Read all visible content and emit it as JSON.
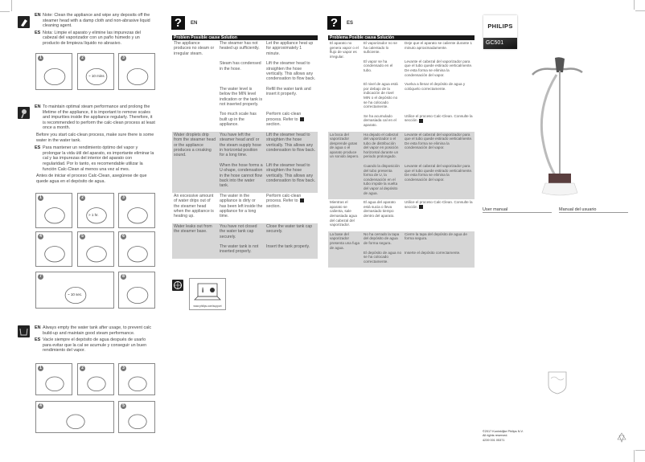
{
  "left_page": {
    "note": {
      "icon": "wipe-cloth-icon",
      "en_label": "EN",
      "en_text": "Note: Clean the appliance and wipe any deposits off the steamer head with a damp cloth and non-abrasive liquid cleaning agent.",
      "es_label": "ES",
      "es_text": "Nota: Limpie el aparato y elimine las impurezas del cabezal del vaporizador con un paño húmedo y un producto de limpieza líquido no abrasivo.",
      "steps": [
        {
          "n": "1"
        },
        {
          "n": "2",
          "caption": "~ 10 mins"
        },
        {
          "n": "3"
        }
      ]
    },
    "calc": {
      "icon": "calc-clean-icon",
      "en_label": "EN",
      "en_text": "To maintain optimal steam performance and prolong the lifetime of the appliance, it is important to remove scales and impurities inside the appliance regularly. Therefore, it is recommended to perform the calc-clean process at least once a month.",
      "en_extra": "Before you start calc-clean process, make sure there is some water in the water tank.",
      "es_label": "ES",
      "es_text": "Para mantener un rendimiento óptimo del vapor y prolongar la vida útil del aparato, es importante eliminar la cal y las impurezas del interior del aparato con regularidad. Por lo tanto, es recomendable utilizar la función Calc-Clean al menos una vez al mes.",
      "es_extra": "Antes de iniciar el proceso Calc-Clean, asegúrese de que quede agua en el depósito de agua.",
      "steps": [
        {
          "n": "1"
        },
        {
          "n": "2",
          "caption": "> 1 hr."
        },
        {
          "n": "3"
        },
        {
          "n": "4"
        },
        {
          "n": "5"
        },
        {
          "n": "6"
        },
        {
          "n": "7",
          "caption": "~ 10 sec."
        },
        {
          "n": "8"
        }
      ]
    },
    "empty": {
      "icon": "empty-tank-icon",
      "en_label": "EN",
      "en_text": "Always empty the water tank after usage, to prevent calc build-up and maintain good steam performance.",
      "es_label": "ES",
      "es_text": "Vacíe siempre el depósito de agua después de usarlo para evitar que la cal se acumule y conseguir un buen rendimiento del vapor.",
      "steps": [
        {
          "n": "1"
        },
        {
          "n": "2"
        },
        {
          "n": "3"
        },
        {
          "n": "4"
        },
        {
          "n": "5"
        }
      ]
    }
  },
  "en_troubleshooting": {
    "icon": "question-icon",
    "lang": "EN",
    "header": "Problem Possible cause Solution",
    "rows": [
      {
        "shaded": false,
        "problem": "The appliance produces no steam or irregular steam.",
        "causes": [
          {
            "cause": "The steamer has not heated up sufficiently.",
            "solution": "Let the appliance heat up for approximately 1 minute."
          },
          {
            "cause": "Steam has condensed in the hose.",
            "solution": "Lift the steamer head to straighten the hose vertically. This allows any condensation to flow back."
          },
          {
            "cause": "The water level is below the MIN level indication or the tank is not inserted properly.",
            "solution": "Refill the water tank and insert it properly."
          },
          {
            "cause": "Too much scale has built up in the appliance.",
            "solution": "Perform calc-clean process. Refer to",
            "solution_after": "section.",
            "ref_icon": true
          }
        ]
      },
      {
        "shaded": true,
        "problem": "Water droplets drip from the steamer head or the appliance produces a croaking sound.",
        "causes": [
          {
            "cause": "You have left the steamer head and/ or the steam supply hose in horizontal position for a long time.",
            "solution": "Lift the steamer head to straighten the hose vertically. This allows any condensation to flow back."
          },
          {
            "cause": "When the hose forms a U-shape, condensation in the hose cannot flow back into the water tank.",
            "solution": "Lift the steamer head to straighten the hose vertically. This allows any condensation to flow back."
          }
        ]
      },
      {
        "shaded": false,
        "problem": "An excessive amount of water drips out of the steamer head when the appliance is heating up.",
        "causes": [
          {
            "cause": "The water in the appliance is dirty or has been left inside the appliance for a long time.",
            "solution": "Perform calc-clean process. Refer to",
            "solution_after": "section.",
            "ref_icon": true
          }
        ]
      },
      {
        "shaded": true,
        "problem": "Water leaks out from the steamer base.",
        "causes": [
          {
            "cause": "You have not closed the water tank cap securely.",
            "solution": "Close the water tank cap securely."
          },
          {
            "cause": "The water tank is not inserted properly.",
            "solution": "Insert the tank properly."
          }
        ]
      }
    ],
    "support": {
      "icon": "globe-support-icon",
      "url": "www.philips.com/support"
    }
  },
  "es_troubleshooting": {
    "icon": "question-icon",
    "lang": "ES",
    "header": "Problema Posible causa Solución",
    "rows": [
      {
        "shaded": false,
        "problem": "El aparato no genera vapor o el flujo de vapor es irregular.",
        "causes": [
          {
            "cause": "El vaporizador no se ha calentado lo suficiente.",
            "solution": "Deje que el aparato se caliente durante 1 minuto aproximadamente."
          },
          {
            "cause": "El vapor se ha condensado en el tubo.",
            "solution": "Levante el cabezal del vaporizador para que el tubo quede estirado verticalmente. De esta forma se elimina la condensación del vapor."
          },
          {
            "cause": "El nivel de agua está por debajo de la indicación de nivel MIN o el depósito no se ha colocado correctamente.",
            "solution": "Vuelva a llenar el depósito de agua y colóquelo correctamente."
          },
          {
            "cause": "Se ha acumulado demasiada cal en el aparato.",
            "solution": "Utilice el proceso Calc-Clean. Consulte la sección",
            "ref_icon": true
          }
        ]
      },
      {
        "shaded": true,
        "problem": "La boca del vaporizador desprende gotas de agua o el aparato produce un sonido áspero.",
        "causes": [
          {
            "cause": "Ha dejado el cabezal del vaporizador o el tubo de distribución del vapor en posición horizontal durante un periodo prolongado.",
            "solution": "Levante el cabezal del vaporizador para que el tubo quede estirado verticalmente. De esta forma se elimina la condensación del vapor."
          },
          {
            "cause": "Cuando la disposición del tubo presenta forma de U, la condensación en el tubo impide la vuelta del vapor al depósito de agua.",
            "solution": "Levante el cabezal del vaporizador para que el tubo quede estirado verticalmente. De esta forma se elimina la condensación del vapor."
          }
        ]
      },
      {
        "shaded": false,
        "problem": "Mientras el aparato se calienta, sale demasiada agua del cabezal del vaporizador.",
        "causes": [
          {
            "cause": "El agua del aparato está sucia o lleva demasiado tiempo dentro del aparato.",
            "solution": "Utilice el proceso Calc-Clean. Consulte la sección",
            "ref_icon": true
          }
        ]
      },
      {
        "shaded": true,
        "problem": "La base del vaporizador presenta una fuga de agua.",
        "causes": [
          {
            "cause": "No ha cerrado la tapa del depósito de agua de forma segura.",
            "solution": "Cierre la tapa del depósito de agua de forma segura."
          },
          {
            "cause": "El depósito de agua no se ha colocado correctamente.",
            "solution": "Inserte el depósito correctamente."
          }
        ]
      }
    ]
  },
  "cover": {
    "brand": "PHILIPS",
    "model": "GC501",
    "manual_en": "User manual",
    "manual_es": "Manual del usuario",
    "copyright": "©2017 Koninklijke Philips N.V.",
    "rights": "All rights reserved.",
    "code": "4239 001 05371",
    "recycle_icon": "recycle-icon"
  },
  "colors": {
    "header_bg": "#1a1a1a",
    "shaded_row": "#d6d6d6",
    "text": "#444444"
  }
}
